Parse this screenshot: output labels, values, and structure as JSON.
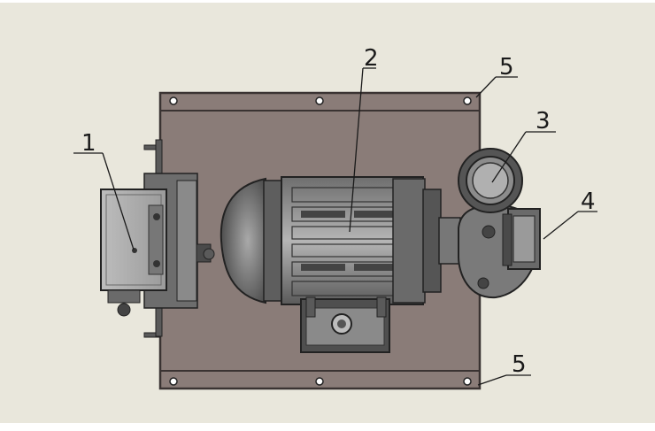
{
  "colors": {
    "background": "#e9e7dc",
    "plate": "#8a7c78",
    "plate_edge": "#3a3332",
    "part_dark": "#4a4a4a",
    "part_mid": "#8c8c8c",
    "part_light": "#c9c9c9",
    "line": "#1a1a1a"
  },
  "callouts": [
    {
      "id": "c1",
      "label": "1"
    },
    {
      "id": "c2",
      "label": "2"
    },
    {
      "id": "c3",
      "label": "3"
    },
    {
      "id": "c4",
      "label": "4"
    },
    {
      "id": "c5a",
      "label": "5"
    },
    {
      "id": "c5b",
      "label": "5"
    }
  ]
}
